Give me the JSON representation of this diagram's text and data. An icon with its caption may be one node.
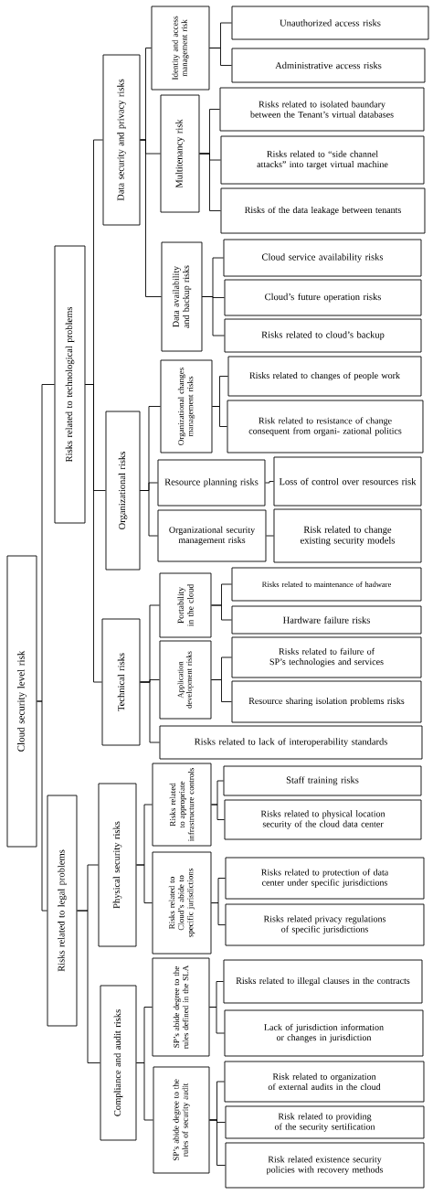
{
  "diagram": {
    "nodes": [
      {
        "text": [
          "Cloud security level risk"
        ]
      },
      {
        "text": [
          "Risks related to technological problems"
        ]
      },
      {
        "text": [
          "Data security and privacy risks"
        ]
      },
      {
        "text": [
          "Identity and access management risk"
        ]
      },
      {
        "text": [
          "Unauthorized access risks"
        ]
      },
      {
        "text": [
          "Administrative access risks"
        ]
      },
      {
        "text": [
          "Multitenancy risk"
        ]
      },
      {
        "text": [
          "Risks related to isolated baundary between the Tenant’s virtual databases"
        ]
      },
      {
        "text": [
          "Risks related to “side channel attacks” into target virtual machine"
        ]
      },
      {
        "text": [
          "Risks of the data leakage between tenants"
        ]
      },
      {
        "text": [
          "Data availability and backup risks"
        ]
      },
      {
        "text": [
          "Cloud service availability risks"
        ]
      },
      {
        "text": [
          "Cloud’s future operation risks"
        ]
      },
      {
        "text": [
          "Risks related to cloud’s backup"
        ]
      },
      {
        "text": [
          "Organizational risks"
        ]
      },
      {
        "text": [
          "Organizational changes management risks"
        ]
      },
      {
        "text": [
          "Risks related to changes of people work"
        ]
      },
      {
        "text": [
          "Risk related to resistance of change consequent from organi- zational politics"
        ]
      },
      {
        "text": [
          "Resource planning risks"
        ]
      },
      {
        "text": [
          "Loss of control over resources risk"
        ]
      },
      {
        "text": [
          "Organizational security management risks"
        ]
      },
      {
        "text": [
          "Risk related to change existing security models"
        ]
      },
      {
        "text": [
          "Technical risks"
        ]
      },
      {
        "text": [
          "Portability in the cloud"
        ]
      },
      {
        "text": [
          "Risks related to maintenance of hadware"
        ]
      },
      {
        "text": [
          "Hardware failure risks"
        ]
      },
      {
        "text": [
          "Application development risks"
        ]
      },
      {
        "text": [
          "Risks related to failure of SP’s technologies and services"
        ]
      },
      {
        "text": [
          "Resource sharing isolation problems risks"
        ]
      },
      {
        "text": [
          "Risks related to lack of interoperability standards"
        ]
      },
      {
        "text": [
          "Risks related to legal problems"
        ]
      },
      {
        "text": [
          "Physical security risks"
        ]
      },
      {
        "text": [
          "Risks related to appropriate infrastructure controls"
        ]
      },
      {
        "text": [
          "Staff training risks"
        ]
      },
      {
        "text": [
          "Risks related to physical location security of the cloud data center"
        ]
      },
      {
        "text": [
          "Risks related to Cloud’s abide to specific jurisdictions"
        ]
      },
      {
        "text": [
          "Risks related to protection of data center under specific jurisdictions"
        ]
      },
      {
        "text": [
          "Risks related privacy regulations of specific jurisdictions"
        ]
      },
      {
        "text": [
          "Compliance and audit risks"
        ]
      },
      {
        "text": [
          "SP’s abide degree to the rules defined in the SLA"
        ]
      },
      {
        "text": [
          "Risks related to illegal clauses in the contracts"
        ]
      },
      {
        "text": [
          "Lack of jurisdiction information or changes in jurisdiction"
        ]
      },
      {
        "text": [
          "SP’s abide degree to the rules of security audit"
        ]
      },
      {
        "text": [
          "Risk related to organization of external audits in the cloud"
        ]
      },
      {
        "text": [
          "Risk related to providing of the security sertification"
        ]
      },
      {
        "text": [
          "Risk related existence security policies with recovery methods"
        ]
      }
    ],
    "edges": [
      {
        "from": 0,
        "to": 1,
        "arrow": "none"
      },
      {
        "from": 0,
        "to": 30,
        "arrow": "none"
      },
      {
        "from": 1,
        "to": 2,
        "arrow": "none"
      },
      {
        "from": 1,
        "to": 14,
        "arrow": "none"
      },
      {
        "from": 1,
        "to": 22,
        "arrow": "none"
      },
      {
        "from": 2,
        "to": 3,
        "arrow": "none"
      },
      {
        "from": 3,
        "to": 4,
        "arrow": "none"
      },
      {
        "from": 3,
        "to": 5,
        "arrow": "none"
      },
      {
        "from": 2,
        "to": 6,
        "arrow": "none"
      },
      {
        "from": 6,
        "to": 7,
        "arrow": "none"
      },
      {
        "from": 6,
        "to": 8,
        "arrow": "none"
      },
      {
        "from": 6,
        "to": 9,
        "arrow": "none"
      },
      {
        "from": 2,
        "to": 10,
        "arrow": "none"
      },
      {
        "from": 10,
        "to": 11,
        "arrow": "none"
      },
      {
        "from": 10,
        "to": 12,
        "arrow": "none"
      },
      {
        "from": 10,
        "to": 13,
        "arrow": "none"
      },
      {
        "from": 14,
        "to": 15,
        "arrow": "none"
      },
      {
        "from": 15,
        "to": 16,
        "arrow": "none"
      },
      {
        "from": 15,
        "to": 17,
        "arrow": "none"
      },
      {
        "from": 14,
        "to": 18,
        "arrow": "none"
      },
      {
        "from": 18,
        "to": 19,
        "arrow": "none"
      },
      {
        "from": 14,
        "to": 20,
        "arrow": "none"
      },
      {
        "from": 20,
        "to": 21,
        "arrow": "none"
      },
      {
        "from": 22,
        "to": 23,
        "arrow": "none"
      },
      {
        "from": 23,
        "to": 24,
        "arrow": "none"
      },
      {
        "from": 23,
        "to": 25,
        "arrow": "none"
      },
      {
        "from": 22,
        "to": 26,
        "arrow": "none"
      },
      {
        "from": 26,
        "to": 27,
        "arrow": "none"
      },
      {
        "from": 26,
        "to": 28,
        "arrow": "none"
      },
      {
        "from": 22,
        "to": 29,
        "arrow": "none"
      },
      {
        "from": 30,
        "to": 31,
        "arrow": "none"
      },
      {
        "from": 30,
        "to": 38,
        "arrow": "none"
      },
      {
        "from": 31,
        "to": 32,
        "arrow": "none"
      },
      {
        "from": 32,
        "to": 33,
        "arrow": "none"
      },
      {
        "from": 32,
        "to": 34,
        "arrow": "none"
      },
      {
        "from": 31,
        "to": 35,
        "arrow": "none"
      },
      {
        "from": 35,
        "to": 36,
        "arrow": "none"
      },
      {
        "from": 35,
        "to": 37,
        "arrow": "none"
      },
      {
        "from": 38,
        "to": 39,
        "arrow": "none"
      },
      {
        "from": 39,
        "to": 40,
        "arrow": "none"
      },
      {
        "from": 39,
        "to": 41,
        "arrow": "none"
      },
      {
        "from": 38,
        "to": 42,
        "arrow": "none"
      },
      {
        "from": 42,
        "to": 43,
        "arrow": "none"
      },
      {
        "from": 42,
        "to": 44,
        "arrow": "none"
      },
      {
        "from": 42,
        "to": 45,
        "arrow": "none"
      }
    ]
  }
}
